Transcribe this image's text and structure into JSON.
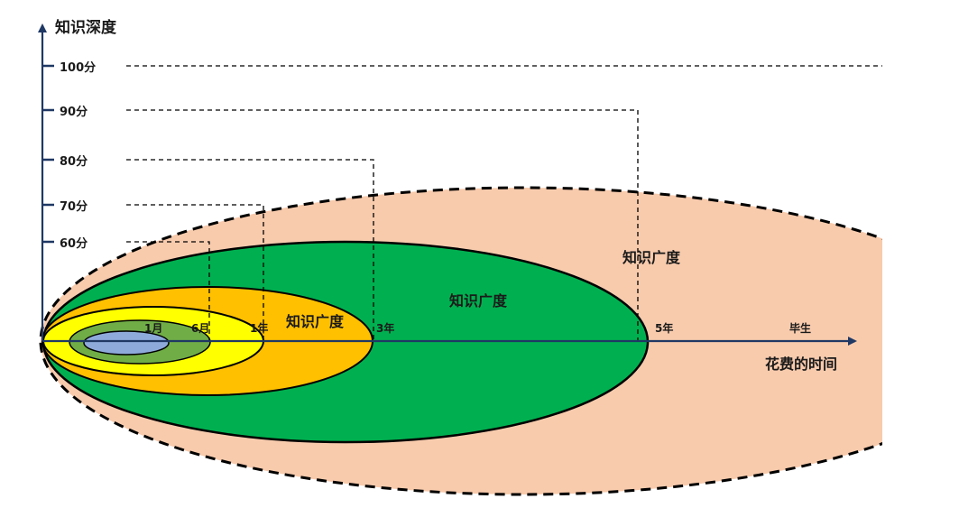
{
  "diagram": {
    "y_axis_label": "知识深度",
    "x_axis_label": "花费的时间",
    "depth_ticks": [
      "100分",
      "90分",
      "80分",
      "70分",
      "60分"
    ],
    "time_markers": [
      "1月",
      "6月",
      "1年",
      "3年",
      "5年",
      "毕生"
    ],
    "breadth_labels": [
      "知识广度",
      "知识广度",
      "知识广度"
    ],
    "colors": {
      "axis": "#1f3864",
      "one_month": "#8eaadb",
      "six_months": "#70ad47",
      "one_year": "#ffff00",
      "three_years": "#ffc000",
      "five_years": "#00b050",
      "lifetime": "#f8cbad"
    }
  }
}
